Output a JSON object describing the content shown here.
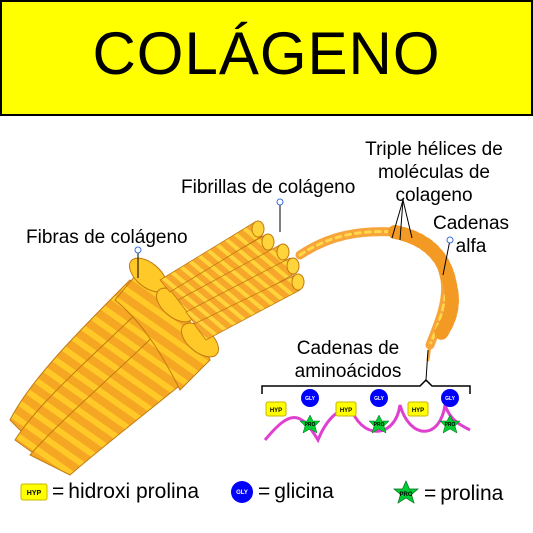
{
  "title": "COLÁGENO",
  "labels": {
    "fibras": "Fibras de colágeno",
    "fibrillas": "Fibrillas de colágeno",
    "triple_line1": "Triple hélices de",
    "triple_line2": "moléculas de",
    "triple_line3": "colageno",
    "cadenas_alfa_line1": "Cadenas",
    "cadenas_alfa_line2": "alfa",
    "aminoacidos_line1": "Cadenas de",
    "aminoacidos_line2": "aminoácidos"
  },
  "chain_badges": {
    "hyp": "HYP",
    "gly": "GLY",
    "pro": "PRO"
  },
  "legend": [
    {
      "badge": "HYP",
      "shape": "square",
      "color": "#ffff00",
      "eq": "=",
      "text": "hidroxi prolina"
    },
    {
      "badge": "GLY",
      "shape": "circle",
      "color": "#0000ff",
      "eq": "=",
      "text": "glicina"
    },
    {
      "badge": "PRO",
      "shape": "star",
      "color": "#00cc33",
      "eq": "=",
      "text": "prolina"
    }
  ],
  "colors": {
    "title_bg": "#ffff00",
    "fiber_orange": "#f5a623",
    "fiber_yellow": "#ffd21f",
    "helix_orange": "#f7a43a",
    "chain_magenta": "#e040d0",
    "leader_blue": "#3a6fd8"
  }
}
